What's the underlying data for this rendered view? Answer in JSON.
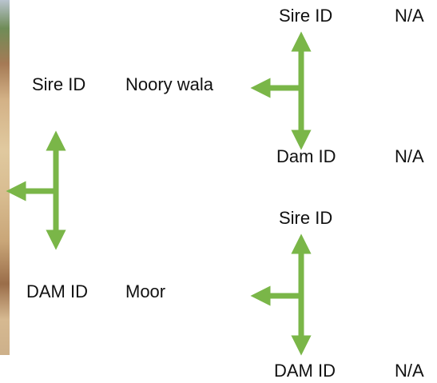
{
  "colors": {
    "arrow": "#7ab648",
    "text": "#111111"
  },
  "left": {
    "sire_label": "Sire ID",
    "sire_value": "Noory wala",
    "dam_label": "DAM ID",
    "dam_value": "Moor"
  },
  "sire_parents": {
    "sire_label": "Sire ID",
    "sire_value": "N/A",
    "dam_label": "Dam ID",
    "dam_value": "N/A"
  },
  "dam_parents": {
    "sire_label": "Sire ID",
    "dam_label": "DAM ID",
    "dam_value": "N/A"
  }
}
